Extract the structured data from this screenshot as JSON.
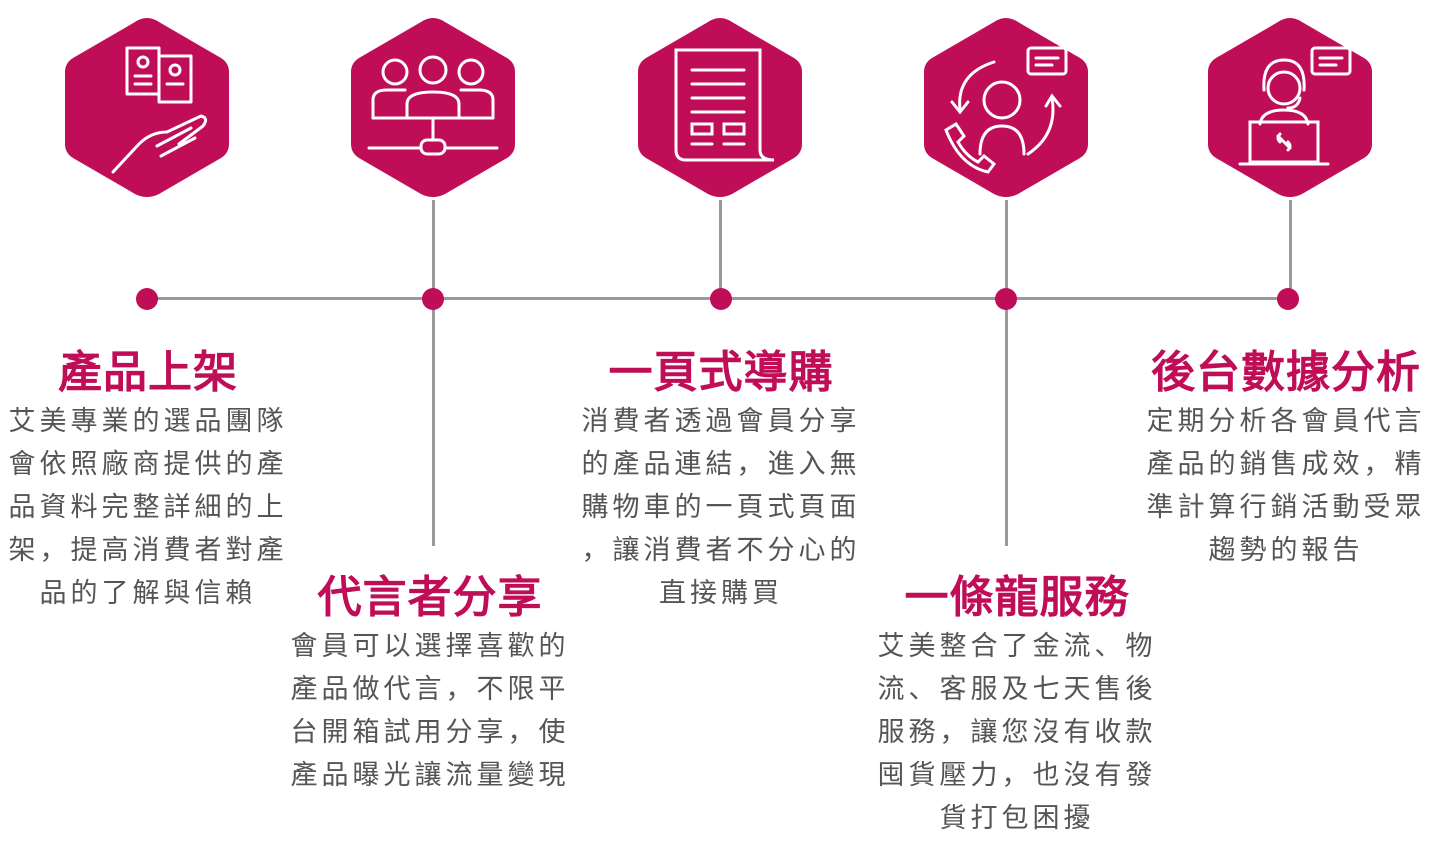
{
  "colors": {
    "accent": "#C00D57",
    "text": "#555555",
    "line": "#999999"
  },
  "steps": [
    {
      "icon": "id-card-hand-icon",
      "title": "產品上架",
      "lines": [
        "艾美專業的選品團隊",
        "會依照廠商提供的產",
        "品資料完整詳細的上",
        "架，提高消費者對產",
        "品的了解與信賴"
      ]
    },
    {
      "icon": "team-network-icon",
      "title": "代言者分享",
      "lines": [
        "會員可以選擇喜歡的",
        "產品做代言，不限平",
        "台開箱試用分享，使",
        "產品曝光讓流量變現"
      ]
    },
    {
      "icon": "document-page-icon",
      "title": "一頁式導購",
      "lines": [
        "消費者透過會員分享",
        "的產品連結，進入無",
        "購物車的一頁式頁面",
        "，讓消費者不分心的",
        "直接購買"
      ]
    },
    {
      "icon": "customer-service-icon",
      "title": "一條龍服務",
      "lines": [
        "艾美整合了金流、物",
        "流、客服及七天售後",
        "服務，讓您沒有收款",
        "囤貨壓力，也沒有發",
        "貨打包困擾"
      ]
    },
    {
      "icon": "support-agent-laptop-icon",
      "title": "後台數據分析",
      "lines": [
        "定期分析各會員代言",
        "產品的銷售成效，精",
        "準計算行銷活動受眾",
        "趨勢的報告"
      ]
    }
  ]
}
